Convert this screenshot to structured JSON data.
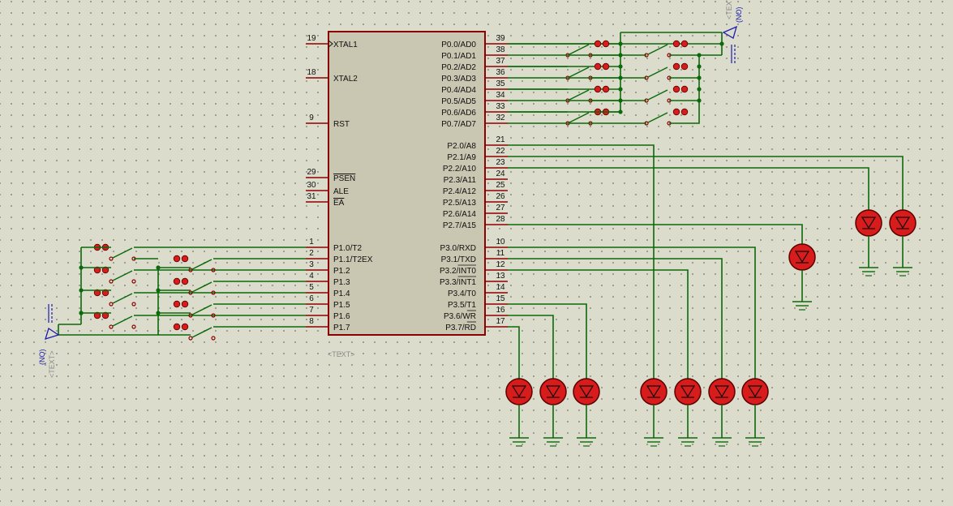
{
  "chip": {
    "left_pins": [
      {
        "num": "19",
        "label": "XTAL1",
        "clock": true
      },
      {
        "num": "18",
        "label": "XTAL2"
      },
      {
        "num": "9",
        "label": "RST"
      },
      {
        "num": "29",
        "label": "PSEN",
        "overline": true
      },
      {
        "num": "30",
        "label": "ALE"
      },
      {
        "num": "31",
        "label": "EA",
        "overline": true
      },
      {
        "num": "1",
        "label": "P1.0/T2"
      },
      {
        "num": "2",
        "label": "P1.1/T2EX"
      },
      {
        "num": "3",
        "label": "P1.2"
      },
      {
        "num": "4",
        "label": "P1.3"
      },
      {
        "num": "5",
        "label": "P1.4"
      },
      {
        "num": "6",
        "label": "P1.5"
      },
      {
        "num": "7",
        "label": "P1.6"
      },
      {
        "num": "8",
        "label": "P1.7"
      }
    ],
    "right_pins": [
      {
        "num": "39",
        "label": "P0.0/AD0"
      },
      {
        "num": "38",
        "label": "P0.1/AD1"
      },
      {
        "num": "37",
        "label": "P0.2/AD2"
      },
      {
        "num": "36",
        "label": "P0.3/AD3"
      },
      {
        "num": "35",
        "label": "P0.4/AD4"
      },
      {
        "num": "34",
        "label": "P0.5/AD5"
      },
      {
        "num": "33",
        "label": "P0.6/AD6"
      },
      {
        "num": "32",
        "label": "P0.7/AD7"
      },
      {
        "num": "21",
        "label": "P2.0/A8"
      },
      {
        "num": "22",
        "label": "P2.1/A9"
      },
      {
        "num": "23",
        "label": "P2.2/A10"
      },
      {
        "num": "24",
        "label": "P2.3/A11"
      },
      {
        "num": "25",
        "label": "P2.4/A12"
      },
      {
        "num": "26",
        "label": "P2.5/A13"
      },
      {
        "num": "27",
        "label": "P2.6/A14"
      },
      {
        "num": "28",
        "label": "P2.7/A15"
      },
      {
        "num": "10",
        "label": "P3.0/RXD"
      },
      {
        "num": "11",
        "label": "P3.1/TXD"
      },
      {
        "num": "12",
        "label": "P3.2/INT0",
        "overline_part": "INT0"
      },
      {
        "num": "13",
        "label": "P3.3/INT1",
        "overline_part": "INT1"
      },
      {
        "num": "14",
        "label": "P3.4/T0"
      },
      {
        "num": "15",
        "label": "P3.5/T1"
      },
      {
        "num": "16",
        "label": "P3.6/WR",
        "overline_part": "WR"
      },
      {
        "num": "17",
        "label": "P3.7/RD",
        "overline_part": "RD"
      }
    ],
    "text_tag": "<TEXT>"
  },
  "terminals": [
    {
      "name": "top-right",
      "label_top": "<TEXT>",
      "label_bottom": "(NO)"
    },
    {
      "name": "bottom-left",
      "label_top": "(NO)",
      "label_bottom": "<TEXT>"
    }
  ],
  "switch_counts": {
    "port0": 8,
    "port1": 8
  },
  "led_count": 10,
  "colors": {
    "wire": "#0b6a0b",
    "pin": "#8b0000",
    "chip_fill": "#c9c6b1",
    "chip_border": "#8b0000",
    "led_fill": "#d81b1b",
    "terminal": "#1b1bb0"
  }
}
